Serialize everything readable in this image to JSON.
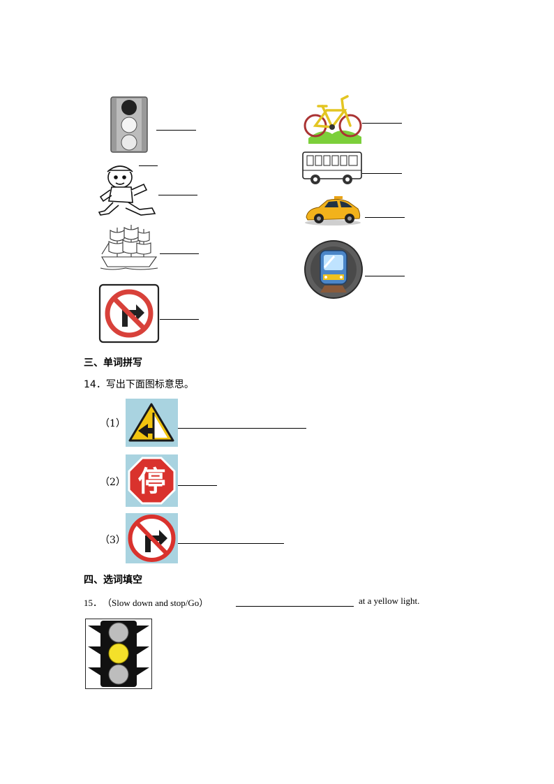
{
  "section3": {
    "heading": "三、单词拼写"
  },
  "q14": {
    "prompt": "14．写出下面图标意思。",
    "items": [
      {
        "label": "（1）"
      },
      {
        "label": "（2）",
        "sign_char": "停"
      },
      {
        "label": "（3）"
      }
    ]
  },
  "section4": {
    "heading": "四、选词填空"
  },
  "q15": {
    "number": "15．",
    "options": "（Slow down and stop/Go）",
    "tail": "at a yellow  light."
  }
}
